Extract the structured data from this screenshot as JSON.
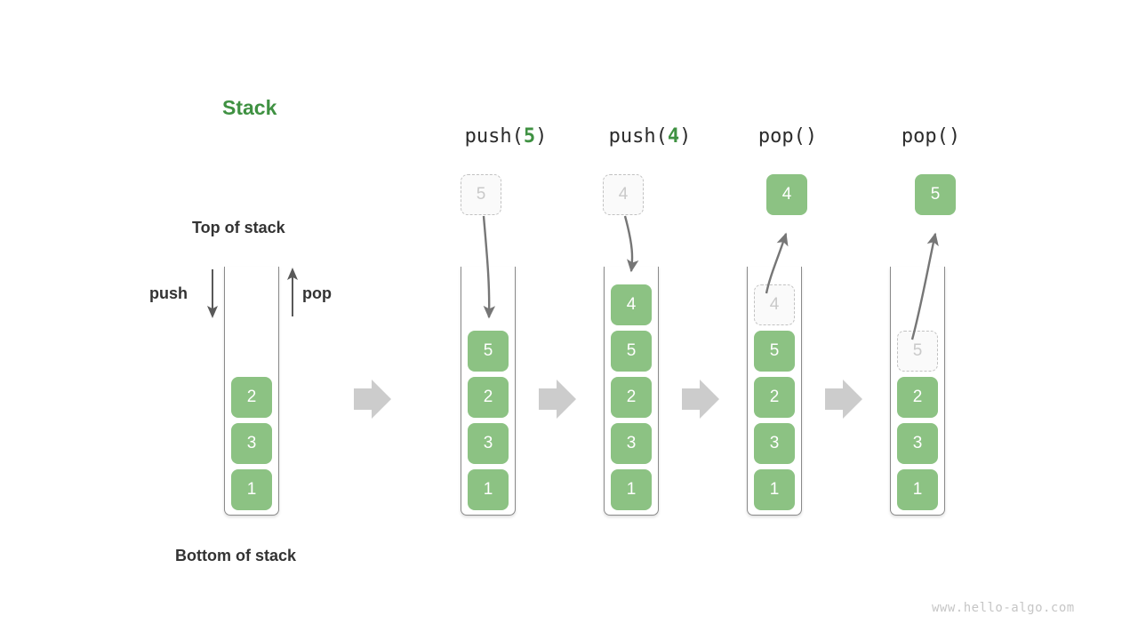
{
  "diagram": {
    "title": "Stack",
    "labels": {
      "top_of_stack": "Top of stack",
      "bottom_of_stack": "Bottom of stack",
      "push": "push",
      "pop": "pop"
    },
    "watermark": "www.hello-algo.com",
    "colors": {
      "element_green": "#8cc283",
      "title_green": "#3f9142",
      "ghost_border": "#c2c2c2",
      "ghost_text": "#c9c9c9",
      "container_border": "#8a8a8a",
      "arrow_gray": "#767676",
      "step_arrow_gray": "#cccccc",
      "text_dark": "#333333"
    }
  },
  "steps": [
    {
      "id": "initial",
      "op_prefix": "",
      "op_arg": "",
      "op_suffix": "",
      "stack": [
        "1",
        "3",
        "2"
      ],
      "floating": null,
      "ghost_in_stack": null
    },
    {
      "id": "push-5",
      "op_prefix": "push(",
      "op_arg": "5",
      "op_suffix": ")",
      "stack": [
        "1",
        "3",
        "2",
        "5"
      ],
      "floating": {
        "value": "5",
        "style": "ghost"
      },
      "ghost_in_stack": null
    },
    {
      "id": "push-4",
      "op_prefix": "push(",
      "op_arg": "4",
      "op_suffix": ")",
      "stack": [
        "1",
        "3",
        "2",
        "5",
        "4"
      ],
      "floating": {
        "value": "4",
        "style": "ghost"
      },
      "ghost_in_stack": null
    },
    {
      "id": "pop-4",
      "op_prefix": "pop(",
      "op_arg": "",
      "op_suffix": ")",
      "stack": [
        "1",
        "3",
        "2",
        "5"
      ],
      "floating": {
        "value": "4",
        "style": "solid"
      },
      "ghost_in_stack": {
        "value": "4",
        "level": 4
      }
    },
    {
      "id": "pop-5",
      "op_prefix": "pop(",
      "op_arg": "",
      "op_suffix": ")",
      "stack": [
        "1",
        "3",
        "2"
      ],
      "floating": {
        "value": "5",
        "style": "solid"
      },
      "ghost_in_stack": {
        "value": "5",
        "level": 3
      }
    }
  ],
  "step_arrows": [
    {
      "name": "step-arrow-1"
    },
    {
      "name": "step-arrow-2"
    },
    {
      "name": "step-arrow-3"
    },
    {
      "name": "step-arrow-4"
    }
  ]
}
